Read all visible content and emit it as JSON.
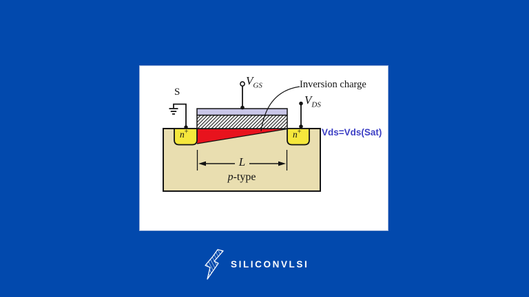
{
  "colors": {
    "background": "#0249ad",
    "card_background": "#ffffff",
    "substrate_fill": "#e9deb0",
    "n_plus_fill": "#f5e73c",
    "gate_fill": "#c9c6e8",
    "inversion_charge_fill": "#e8131d",
    "saturation_text": "#3c3fc4",
    "outline": "#141414",
    "logo": "#ffffff"
  },
  "diagram": {
    "source_label": "S",
    "gate_terminal": {
      "base": "V",
      "sub": "GS"
    },
    "drain_terminal": {
      "base": "V",
      "sub": "DS"
    },
    "inversion_charge_label": "Inversion charge",
    "saturation_condition": "Vds=Vds(Sat)",
    "source_region": {
      "base": "n",
      "sup": "+"
    },
    "drain_region": {
      "base": "n",
      "sup": "+"
    },
    "channel_length": "L",
    "substrate": {
      "italic": "p",
      "rest": "-type"
    }
  },
  "footer": {
    "brand": "SILICONVLSI",
    "logo_icon": "lightning-s-icon"
  }
}
